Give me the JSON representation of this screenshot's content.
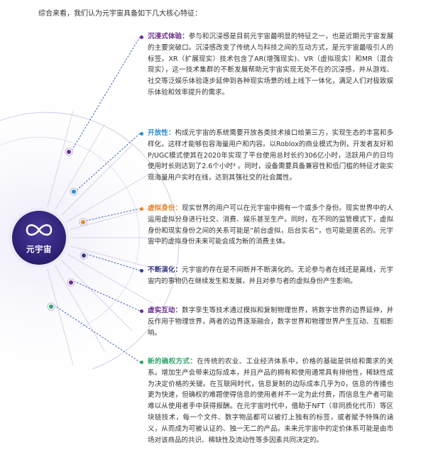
{
  "intro": "综合来看，我们认为元宇宙具备如下几大核心特征：",
  "logo": {
    "label": "元宇宙",
    "icon": "infinity-icon"
  },
  "colors": {
    "purple": "#6b2d8f",
    "blue": "#2a8fd0",
    "orange": "#e8862a",
    "navy": "#3b3a8c",
    "green": "#2ea86a",
    "connector": "#3a5fb8"
  },
  "features": [
    {
      "title": "沉浸式体验：",
      "body": "参与和沉浸感是目前元宇宙最明显的特征之一，也是近期元宇宙发展的主要突破口。沉浸感改变了传统人与科技之间的互动方式，是元宇宙最吸引人的标签。XR（扩展现实）技术包含了AR(增强现实)、VR（虚拟现实）和MR（混合现实），这一技术集群的不断发展帮助元宇宙实现无处不在的沉浸感，并从游戏、社交等泛娱乐体验逐步延伸到各种现实场景的线上线下一体化，满足人们对极致娱乐体验和效率提升的需求。",
      "color": "#6b2d8f"
    },
    {
      "title": "开放性：",
      "body": "构成元宇宙的系统需要开放各类技术接口给第三方，实现生态的丰富和多样化，这样才能够包容海量用户和内容。以Roblox的商业模式为例，开发者友好和P/UGC模式使其在2020年实现了平台使用总时长约306亿小时，活跃用户的日均使用时长则达到了2.6个小时³ 。同时，设备需要具备兼容性和低门槛的特征才能实现海量用户实时在线，达到其强社交的社会属性。",
      "color": "#2a8fd0"
    },
    {
      "title": "虚拟身份：",
      "body": "现实世界的用户可以在元宇宙中拥有一个或多个身份。现实世界中的人运用虚拟分身进行社交、消费、娱乐甚至生产。同时，在不同的监管模式下，虚拟身份和现实身份之间的关系可能是“前台虚拟，后台实名”，也可能是匿名的。元宇宙中的虚拟身份未来可能会成为新的消费主体。",
      "color": "#e8862a"
    },
    {
      "title": "不断演化：",
      "body": "元宇宙的存在是不间断并不断演化的。无论参与者在线还是离线，元宇宙内的事物仍在继续发生和发展，并且对参与者的虚拟身份产生影响。",
      "color": "#3b3a8c"
    },
    {
      "title": "虚实互动：",
      "body": "数字孪生等技术通过模拟和复制物理世界，将数字世界的边界延伸，并反作用于物理世界，两者的边界逐渐融合，数字世界和物理世界产生互动、互相影响。",
      "color": "#6b2d8f"
    },
    {
      "title": "新的确权方式：",
      "body": "在传统的农业、工业经济体系中，价格的基础是供给和需求的关系。增加生产会带来边际成本，并且产品的拥有和使用通常具有排他性，稀缺性成为决定价格的关键。在互联网时代，信息复制的边际成本几乎为0，信息的传播也更为快速，但确权的难题使得信息的使用者并不一定为此付费，而信息生产者可能难以从使用者手中获得报酬。在元宇宙时代中，借助于NFT（非同质化代币）等区块链技术，每一个文件、数字物品都可以被打上独有的标签，或者赋予特殊的涵义，从而成为可被认证的、独一无二的产品。未来元宇宙中的定价体系可能是由市场对该商品的共识、稀缺性及流动性等多因素共同决定的。",
      "color": "#2ea86a"
    }
  ]
}
